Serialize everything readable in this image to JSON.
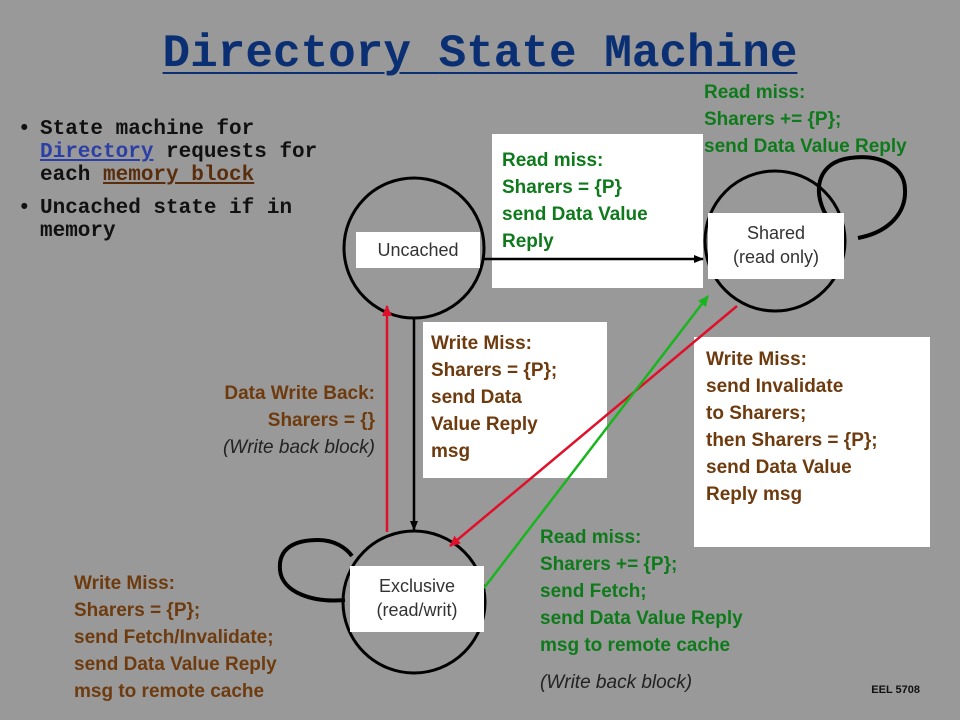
{
  "title": {
    "part1": "Directory ",
    "part2": "State Machine"
  },
  "bullets": [
    {
      "pre": "State machine for ",
      "link": "Directory",
      "mid": " requests for each ",
      "link2": "memory block"
    },
    {
      "text": "Uncached state if in memory"
    }
  ],
  "states": {
    "uncached": "Uncached",
    "shared": "Shared\n(read only)",
    "exclusive": "Exclusive\n(read/writ)"
  },
  "transitions": {
    "uncached_to_shared": "Read miss:\nSharers = {P}\nsend Data Value\nReply",
    "shared_self": "Read miss:\nSharers += {P};\nsend Data Value Reply",
    "uncached_to_exclusive": "Write Miss:\nSharers = {P};\nsend Data\nValue Reply\nmsg",
    "exclusive_to_uncached_l1": "Data Write Back:",
    "exclusive_to_uncached_l2": "Sharers = {}",
    "exclusive_to_uncached_l3": "(Write back block)",
    "shared_to_exclusive": "Write Miss:\nsend Invalidate\nto Sharers;\nthen Sharers = {P};\nsend Data Value\nReply msg",
    "exclusive_to_shared_main": "Read miss:\nSharers += {P};\nsend Fetch;\nsend Data Value Reply\nmsg to remote cache",
    "exclusive_to_shared_note": "(Write back block)",
    "exclusive_self": "Write Miss:\nSharers = {P};\nsend Fetch/Invalidate;\nsend Data Value Reply\nmsg to remote cache"
  },
  "footer": "EEL 5708"
}
